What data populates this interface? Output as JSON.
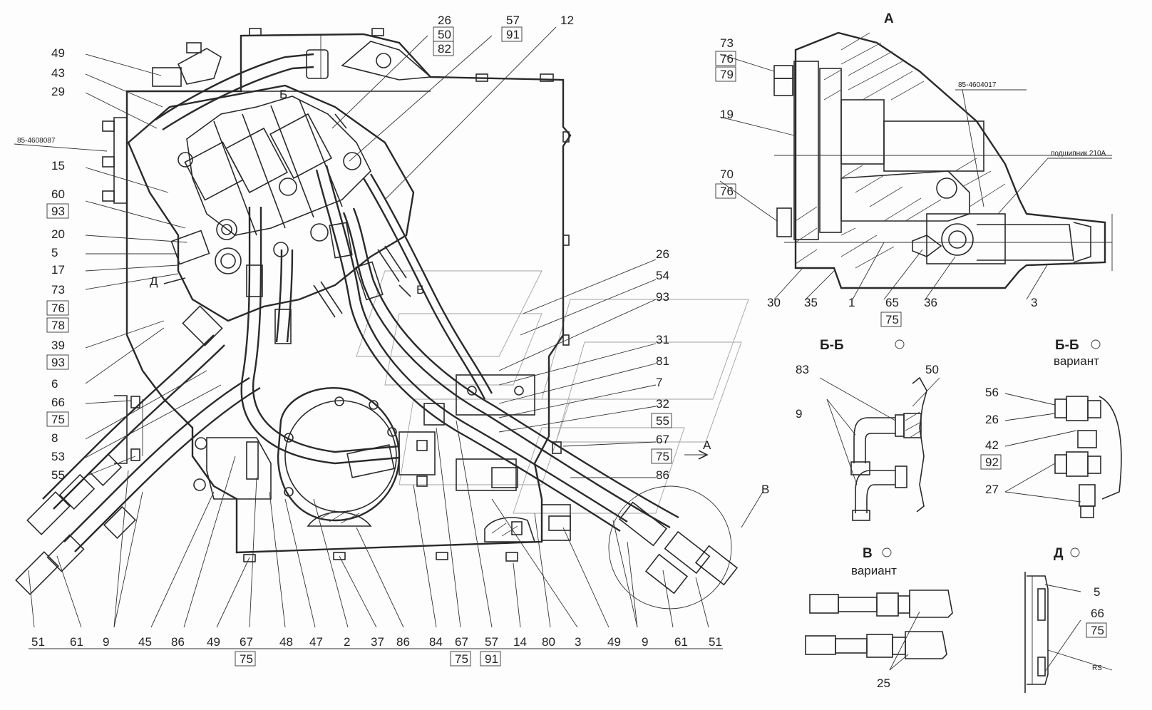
{
  "views": {
    "main": {
      "title": ""
    },
    "A": {
      "title": "А"
    },
    "BB": {
      "title": "Б-Б"
    },
    "BB_var": {
      "title": "Б-Б",
      "subtitle": "вариант"
    },
    "V": {
      "title": "В",
      "subtitle": "вариант"
    },
    "D": {
      "title": "Д"
    }
  },
  "cut_marks": {
    "B_top": "Б",
    "B_bottom": "Б",
    "D": "Д",
    "A": "А",
    "V": "В"
  },
  "callouts": {
    "c49t": "49",
    "c43": "43",
    "c29": "29",
    "cref1": "85-4608087",
    "c15": "15",
    "c60": "60",
    "c93a": "93",
    "c20": "20",
    "c5": "5",
    "c17": "17",
    "c73": "73",
    "c76": "76",
    "c78": "78",
    "c39": "39",
    "c93b": "93",
    "c6": "6",
    "c66": "66",
    "c75a": "75",
    "c8": "8",
    "c53": "53",
    "c55a": "55",
    "c26t": "26",
    "c50t": "50",
    "c82": "82",
    "c57t": "57",
    "c91t": "91",
    "c12": "12",
    "c26m": "26",
    "c54": "54",
    "c93m": "93",
    "c31": "31",
    "c81": "81",
    "c7": "7",
    "c32": "32",
    "c55m": "55",
    "c67m": "67",
    "c75m": "75",
    "c86m": "86",
    "b51": "51",
    "b61": "61",
    "b9": "9",
    "b45": "45",
    "b86": "86",
    "b49": "49",
    "b67": "67",
    "b75": "75",
    "b48": "48",
    "b47": "47",
    "b2": "2",
    "b37": "37",
    "b86b": "86",
    "b84": "84",
    "b67b": "67",
    "b75b": "75",
    "b57": "57",
    "b91": "91",
    "b14": "14",
    "b80": "80",
    "b3": "3",
    "b49b": "49",
    "b9b": "9",
    "b61b": "61",
    "b51b": "51",
    "a73": "73",
    "a76": "76",
    "a79": "79",
    "a19": "19",
    "a70": "70",
    "a76b": "76",
    "aref": "85-4604017",
    "abearing": "подшипник 210А",
    "a30": "30",
    "a35": "35",
    "a1": "1",
    "a65": "65",
    "a75": "75",
    "a36": "36",
    "a3": "3",
    "bb83": "83",
    "bb50": "50",
    "bb9": "9",
    "bv56": "56",
    "bv26": "26",
    "bv42": "42",
    "bv92": "92",
    "bv27": "27",
    "v25": "25",
    "d5": "5",
    "d66": "66",
    "d75": "75",
    "drs": "RS"
  }
}
